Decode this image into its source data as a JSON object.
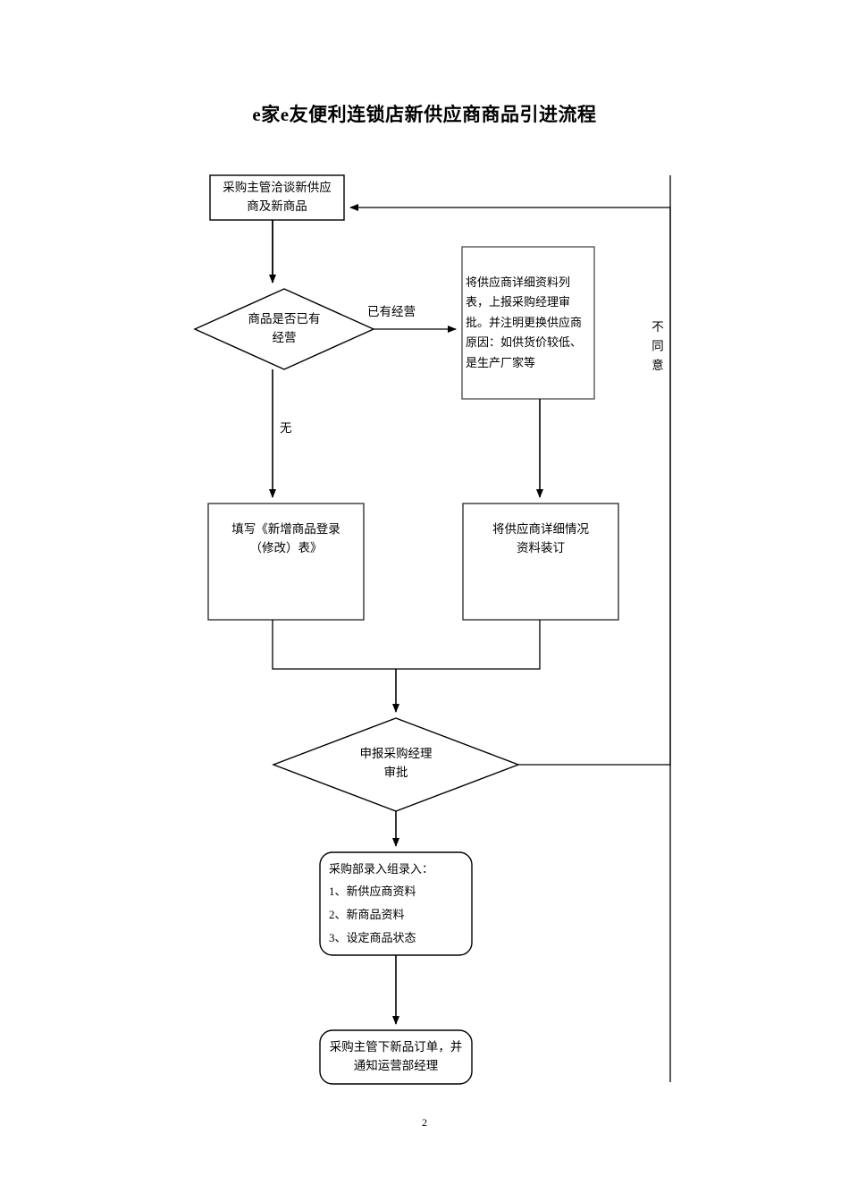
{
  "document": {
    "title": "e家e友便利连锁店新供应商商品引进流程",
    "page_number": "2"
  },
  "flow": {
    "nodes": {
      "intake": {
        "shape": "rectangle",
        "lines": [
          "采购主管洽谈新供应",
          "商及新商品"
        ]
      },
      "decision_existing": {
        "shape": "diamond",
        "lines": [
          "商品是否已有",
          "经营"
        ]
      },
      "supplier_list": {
        "shape": "rectangle",
        "lines": [
          "将供应商详细资料列",
          "表，上报采购经理审",
          "批。并注明更换供应商",
          "原因：如供货价较低、",
          "是生产厂家等"
        ]
      },
      "new_item_form": {
        "shape": "rectangle",
        "lines": [
          "填写《新增商品登录",
          "（修改）表》"
        ]
      },
      "bind_docs": {
        "shape": "rectangle",
        "lines": [
          "将供应商详细情况",
          "资料装订"
        ]
      },
      "decision_approval": {
        "shape": "diamond",
        "lines": [
          "申报采购经理",
          "审批"
        ]
      },
      "data_entry": {
        "shape": "rounded-rectangle",
        "lines": [
          "采购部录入组录入：",
          "1、新供应商资料",
          "2、新商品资料",
          "3、设定商品状态"
        ]
      },
      "place_order": {
        "shape": "rounded-rectangle",
        "lines": [
          "采购主管下新品订单，并",
          "通知运营部经理"
        ]
      }
    },
    "edge_labels": {
      "existing": "已有经营",
      "none": "无",
      "disagree": "不同意"
    }
  },
  "colors": {
    "stroke": "#000000",
    "background": "#ffffff",
    "text": "#000000"
  }
}
